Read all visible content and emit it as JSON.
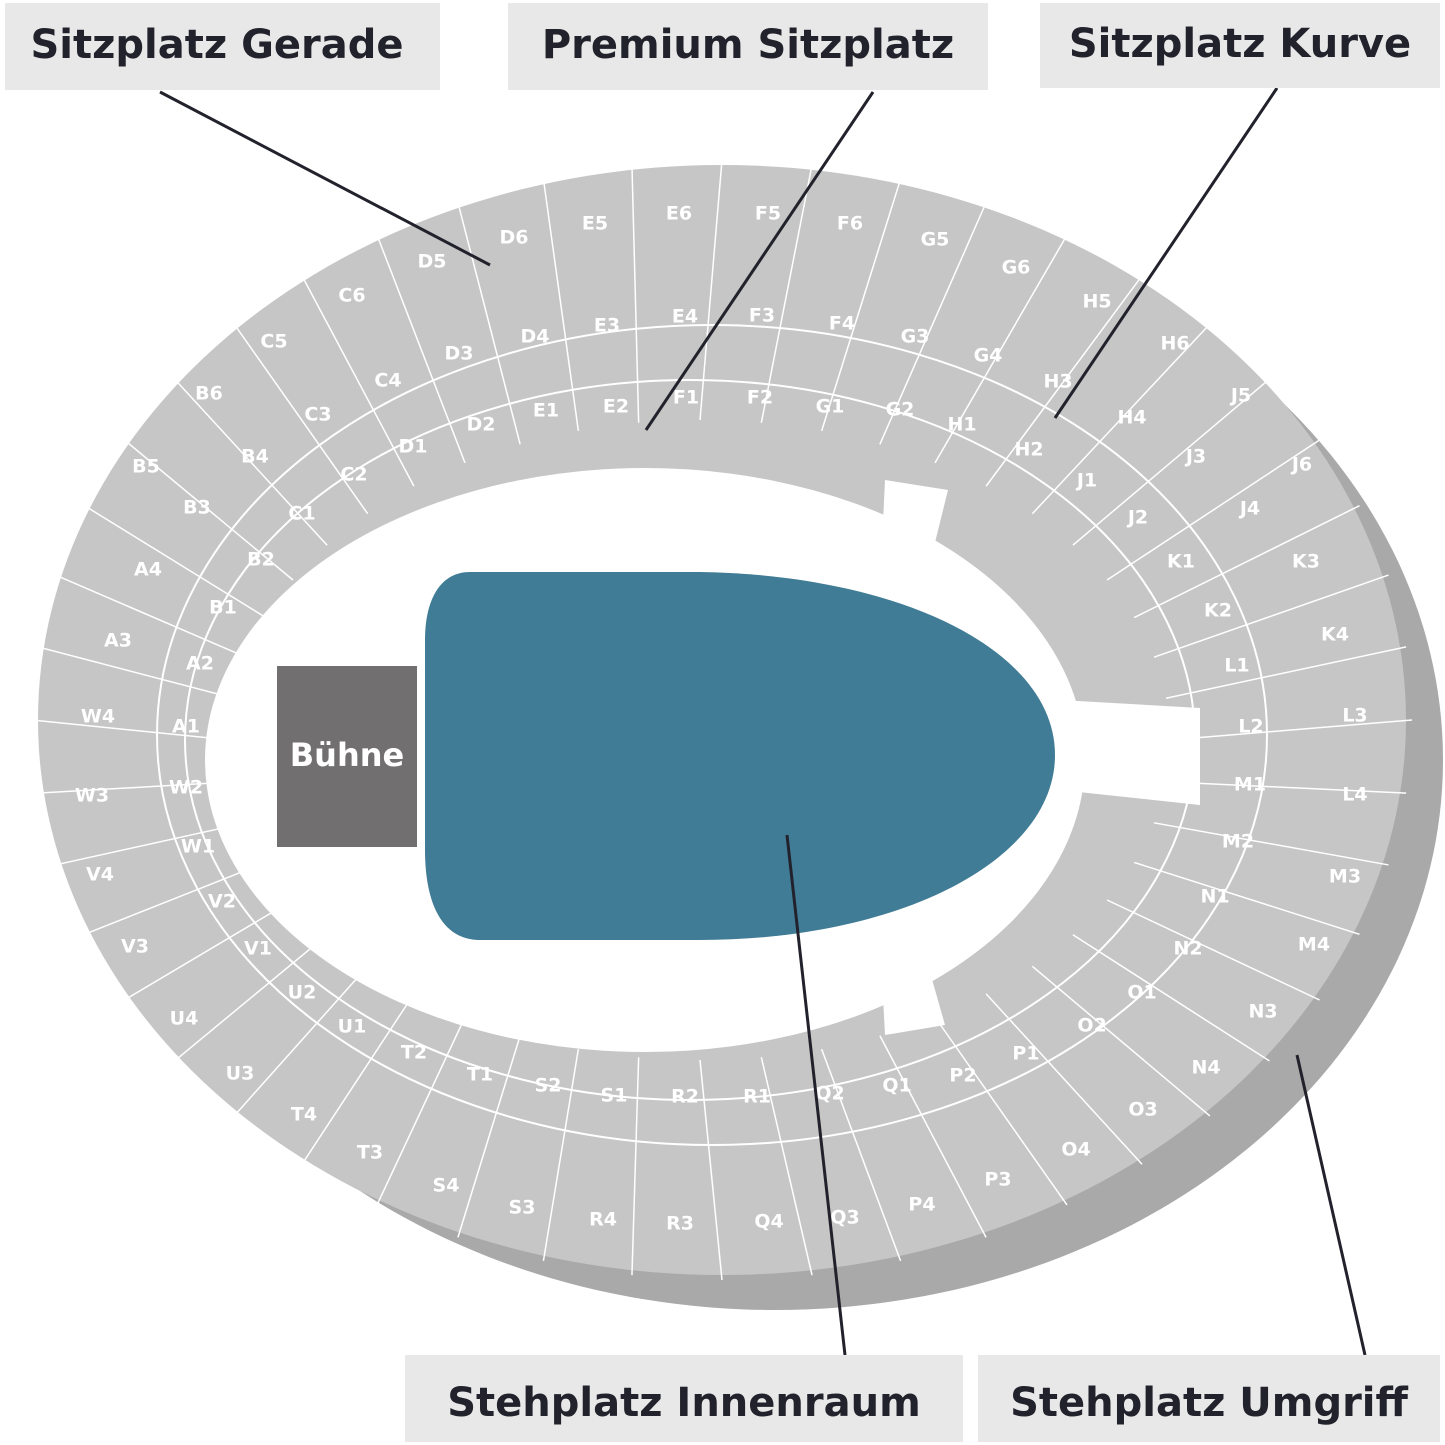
{
  "colors": {
    "seat": "#c6c6c6",
    "shadow": "#a9a9a9",
    "stage": "#716f70",
    "floor": "#417c96",
    "callout_bg": "#e8e8e8",
    "callout_text": "#22222c"
  },
  "stage_label": "Bühne",
  "callouts": {
    "sitzplatz_gerade": "Sitzplatz Gerade",
    "premium_sitzplatz": "Premium Sitzplatz",
    "sitzplatz_kurve": "Sitzplatz Kurve",
    "stehplatz_innenraum": "Stehplatz Innenraum",
    "stehplatz_umgriff": "Stehplatz Umgriff"
  },
  "sections": [
    "D6",
    "E5",
    "E6",
    "F5",
    "F6",
    "G5",
    "G6",
    "H5",
    "H6",
    "J5",
    "J6",
    "K3",
    "K4",
    "L3",
    "L4",
    "M3",
    "M4",
    "N3",
    "N4",
    "O3",
    "O4",
    "P3",
    "P4",
    "Q3",
    "Q4",
    "R3",
    "R4",
    "S3",
    "S4",
    "T3",
    "T4",
    "U3",
    "U4",
    "V3",
    "V4",
    "W3",
    "W4",
    "A3",
    "A4",
    "B5",
    "B6",
    "C5",
    "C6",
    "D5",
    "D4",
    "E3",
    "E4",
    "F3",
    "F4",
    "G3",
    "G4",
    "H3",
    "H4",
    "J3",
    "J4",
    "K1",
    "K2",
    "L1",
    "L2",
    "M1",
    "M2",
    "N1",
    "N2",
    "O1",
    "O2",
    "P1",
    "P2",
    "Q1",
    "Q2",
    "R1",
    "R2",
    "S1",
    "S2",
    "T1",
    "T2",
    "U1",
    "U2",
    "V1",
    "V2",
    "W1",
    "W2",
    "A1",
    "A2",
    "B1",
    "B2",
    "C1",
    "C2",
    "C3",
    "C4",
    "D3",
    "B3",
    "B4",
    "D1",
    "D2",
    "E1",
    "E2",
    "F1",
    "F2",
    "G1",
    "G2",
    "H1",
    "H2",
    "J1",
    "J2"
  ]
}
